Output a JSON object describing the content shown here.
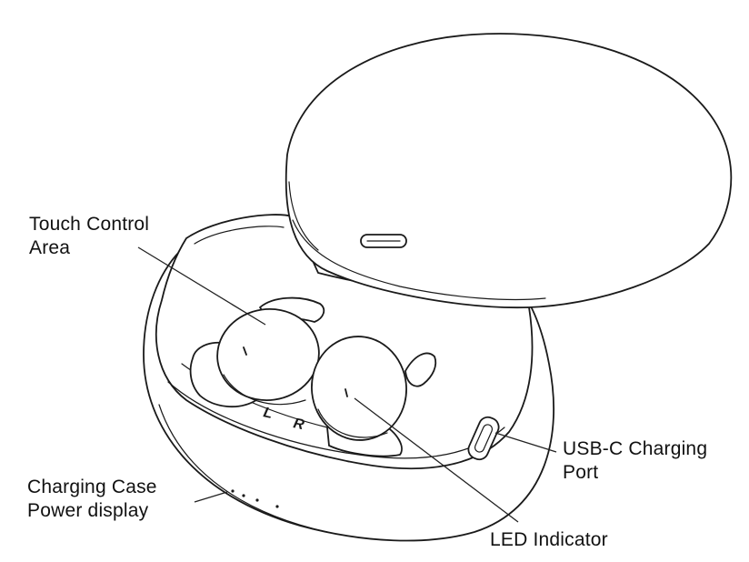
{
  "labels": {
    "touch_control": [
      "Touch Control",
      "Area"
    ],
    "case_power": [
      "Charging Case",
      "Power display"
    ],
    "usb_port": [
      "USB-C Charging",
      "Port"
    ],
    "led": [
      "LED Indicator"
    ],
    "left_mark": "L",
    "right_mark": "R"
  },
  "colors": {
    "ink": "#1a1a1a",
    "background": "#ffffff"
  }
}
